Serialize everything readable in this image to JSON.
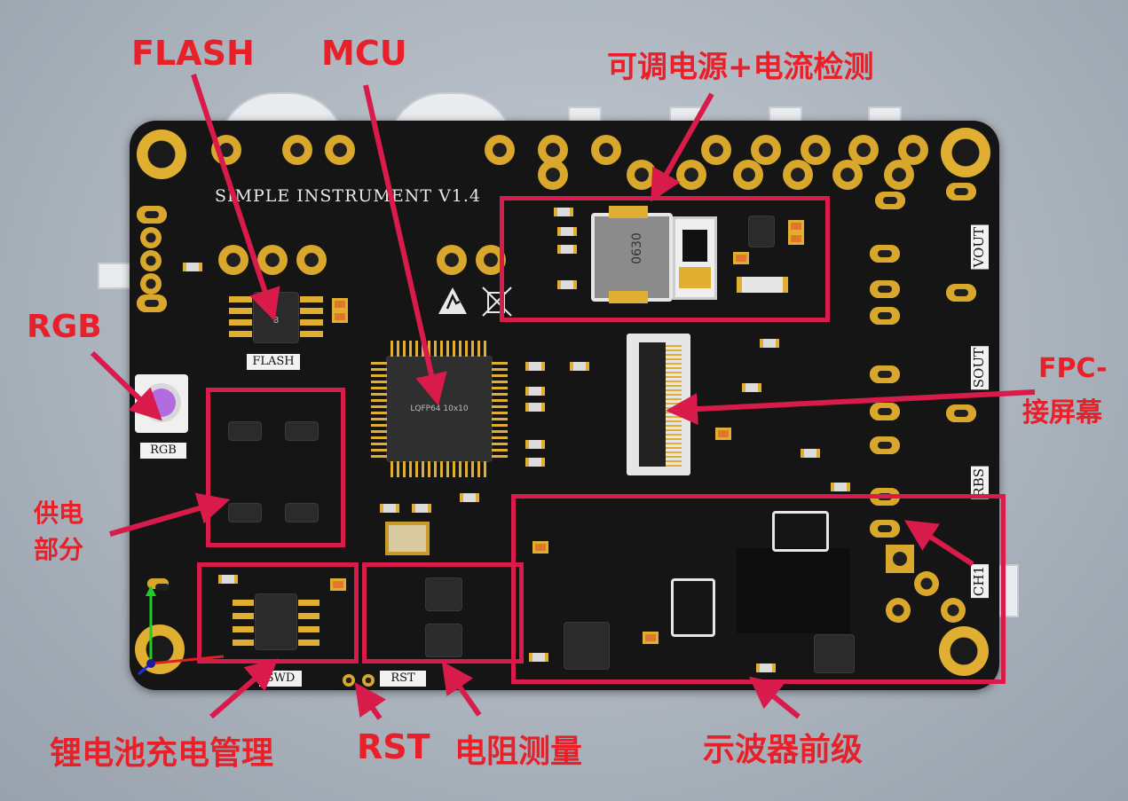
{
  "board": {
    "title": "SIMPLE INSTRUMENT V1.4",
    "silk_flash": "FLASH",
    "silk_rgb": "RGB",
    "silk_swd": "SWD",
    "silk_rst": "RST",
    "silk_vout": "VOUT",
    "silk_sout": "SOUT",
    "silk_rbs": "RBS",
    "silk_ch1": "CH1",
    "mcu_marking": "LQFP64 10x10",
    "inductor_marking": "0630"
  },
  "labels": {
    "flash": "FLASH",
    "mcu": "MCU",
    "power_supply": "可调电源+电流检测",
    "rgb": "RGB",
    "fpc_line1": "FPC-",
    "fpc_line2": "接屏幕",
    "supply_line1": "供电",
    "supply_line2": "部分",
    "charge": "锂电池充电管理",
    "rst": "RST",
    "resistance": "电阻测量",
    "scope": "示波器前级"
  },
  "colors": {
    "annotation": "#e8202a",
    "box": "#d81b4a",
    "board": "#151515",
    "pad_gold": "#d9a72b"
  }
}
